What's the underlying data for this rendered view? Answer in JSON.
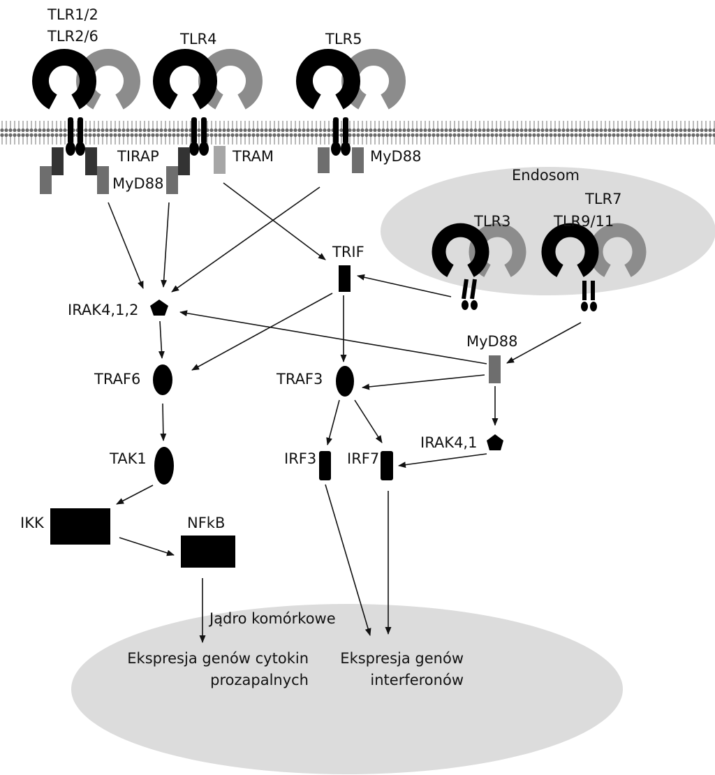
{
  "colors": {
    "background": "#ffffff",
    "receptor_dark": "#000000",
    "receptor_light": "#8c8c8c",
    "compartment_fill": "#dcdcdc",
    "membrane": "#444444",
    "adaptor_dark": "#333333",
    "adaptor_mid": "#6e6e6e",
    "adaptor_light": "#a6a6a6",
    "arrow": "#111111"
  },
  "icons": [
    "receptor-dimer-icon",
    "pentagon-icon",
    "ellipse-icon",
    "rectangle-icon",
    "arrow-icon"
  ],
  "receptors": {
    "tlr12_line1": "TLR1/2",
    "tlr12_line2": "TLR2/6",
    "tlr4": "TLR4",
    "tlr5": "TLR5",
    "tlr3": "TLR3",
    "tlr7_line1": "TLR7",
    "tlr7_line2": "TLR9/11"
  },
  "adaptors": {
    "tirap": "TIRAP",
    "myd88_left": "MyD88",
    "tram": "TRAM",
    "myd88_tlr5": "MyD88",
    "trif": "TRIF",
    "myd88_endo": "MyD88"
  },
  "compartments": {
    "endosome": "Endosom",
    "nucleus": "Jądro komórkowe"
  },
  "nodes": {
    "irak412": "IRAK4,1,2",
    "traf6": "TRAF6",
    "tak1": "TAK1",
    "ikk": "IKK",
    "nfkb": "NFkB",
    "traf3": "TRAF3",
    "irf3": "IRF3",
    "irf7": "IRF7",
    "irak41": "IRAK4,1"
  },
  "outputs": {
    "cytokine_line1": "Ekspresja genów cytokin",
    "cytokine_line2": "prozapalnych",
    "ifn_line1": "Ekspresja genów",
    "ifn_line2": "interferonów"
  }
}
